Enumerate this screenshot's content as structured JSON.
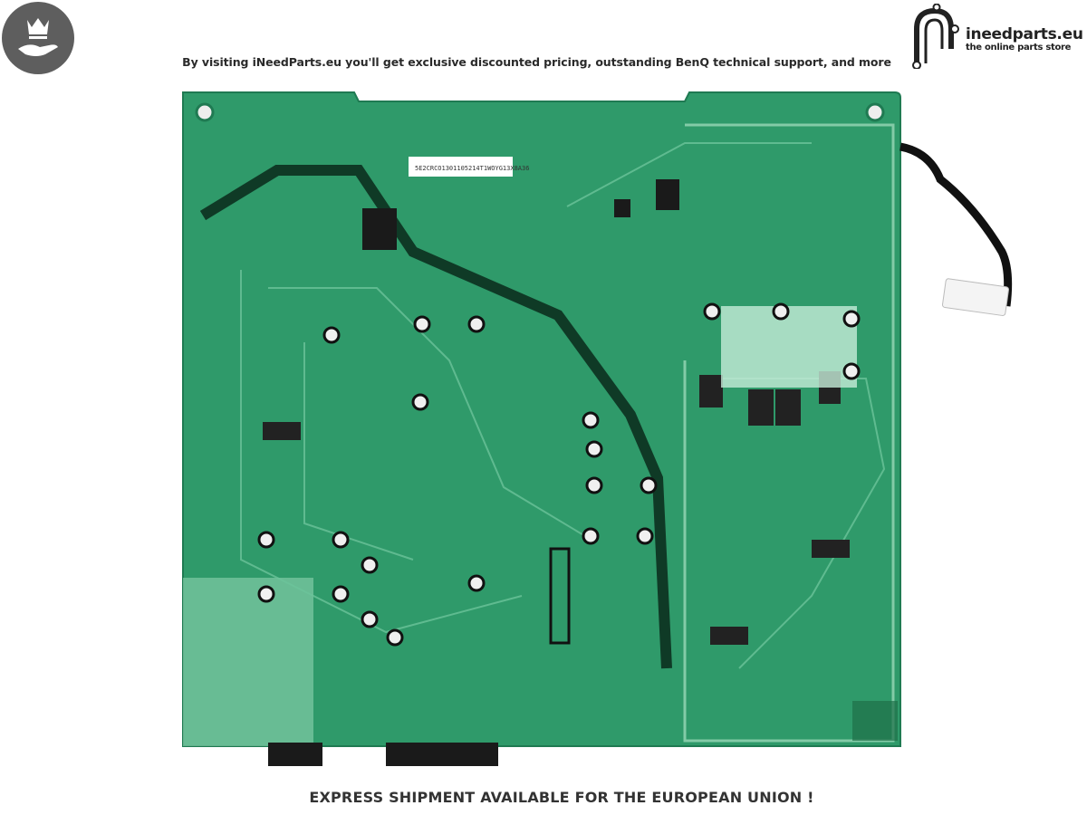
{
  "header": {
    "badge_icon": "crown-on-hand-icon",
    "tagline": "By visiting iNeedParts.eu you'll get exclusive discounted pricing, outstanding BenQ technical support, and more",
    "brand": {
      "name": "ineedparts.eu",
      "subtitle": "the online parts store",
      "logo_icon": "circuit-n-logo-icon"
    }
  },
  "product": {
    "image": "power-supply-pcb-board",
    "board_color": "#2f9a6a",
    "label_text": "5E2CRCO1301105214T1WOYG13X8A36"
  },
  "footer": {
    "text": "EXPRESS SHIPMENT AVAILABLE FOR THE EUROPEAN UNION !"
  }
}
